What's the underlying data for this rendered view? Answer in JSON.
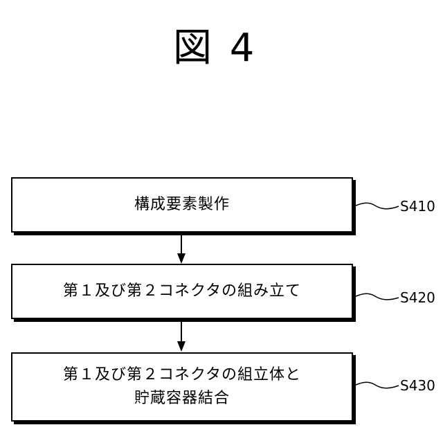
{
  "figure": {
    "title": "図 4"
  },
  "steps": [
    {
      "text": "構成要素製作",
      "label": "S410"
    },
    {
      "text": "第１及び第２コネクタの組み立て",
      "label": "S420"
    },
    {
      "text": "第１及び第２コネクタの組立体と\n貯蔵容器結合",
      "label": "S430"
    }
  ]
}
